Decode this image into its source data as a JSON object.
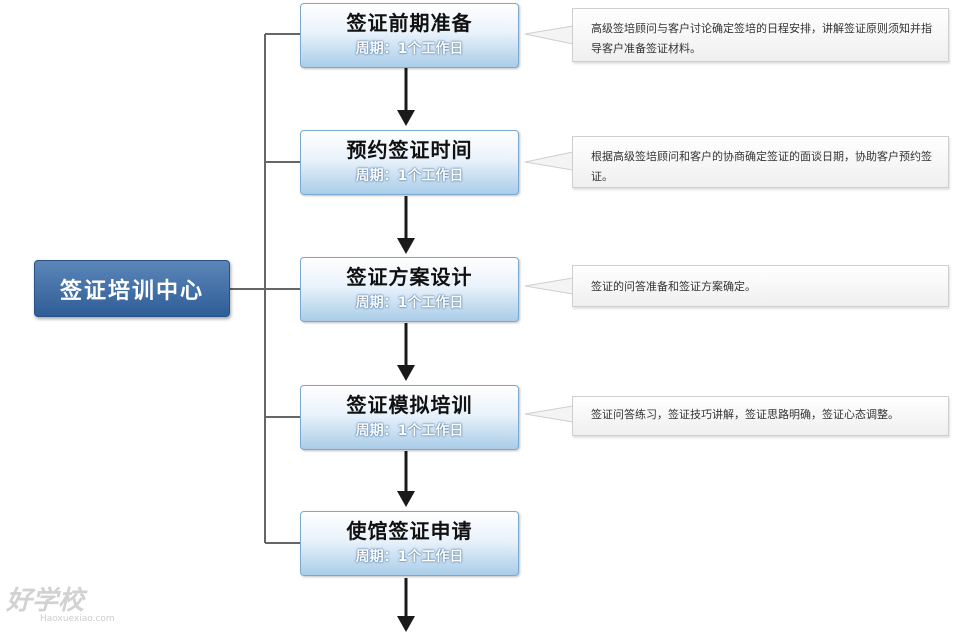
{
  "center": {
    "label": "签证培训中心"
  },
  "steps": [
    {
      "title": "签证前期准备",
      "period": "周期：1个工作日",
      "note": "高级签培顾问与客户讨论确定签培的日程安排，讲解签证原则须知并指导客户准备签证材料。"
    },
    {
      "title": "预约签证时间",
      "period": "周期：1个工作日",
      "note": "根据高级签培顾问和客户的协商确定签证的面谈日期，协助客户预约签证。"
    },
    {
      "title": "签证方案设计",
      "period": "周期：1个工作日",
      "note": "签证的问答准备和签证方案确定。"
    },
    {
      "title": "签证模拟培训",
      "period": "周期：1个工作日",
      "note": "签证问答练习，签证技巧讲解，签证思路明确，签证心态调整。"
    },
    {
      "title": "使馆签证申请",
      "period": "周期：1个工作日"
    }
  ],
  "watermark": {
    "text": "好学校",
    "sub": "Haoxuexiao.com"
  },
  "colors": {
    "connector": "#666666",
    "arrow": "#1a1a1a",
    "center_fill": "#3f6ca3",
    "step_fill": "#cfe2f3"
  }
}
